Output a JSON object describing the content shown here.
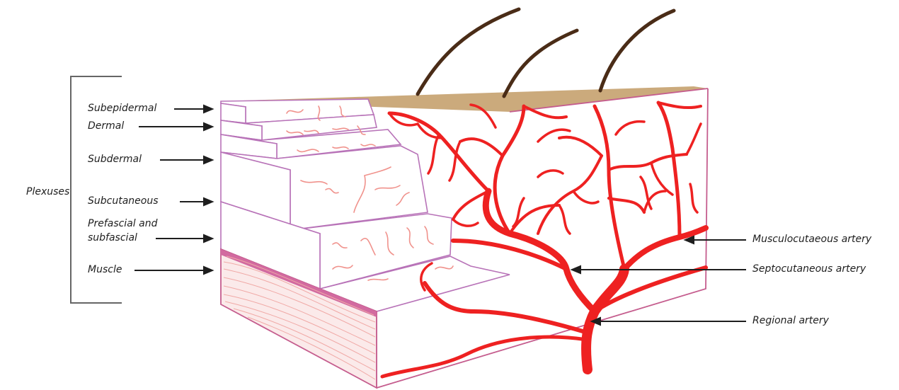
{
  "group_label": "Plexuses",
  "plexus_labels": [
    "Subepidermal",
    "Dermal",
    "Subdermal",
    "Subcutaneous",
    "Prefascial and",
    "subfascial",
    "Muscle"
  ],
  "artery_labels": [
    "Musculocutaeous artery",
    "Septocutaneous artery",
    "Regional artery"
  ],
  "colors": {
    "skin_surface": "#cbaa7c",
    "hair": "#4a2c17",
    "vessel": "#ee2121",
    "small_vessel": "#f0928c",
    "layer_outline": "#b873b8",
    "muscle": "#f3cfcd",
    "text": "#1e1e1e"
  }
}
